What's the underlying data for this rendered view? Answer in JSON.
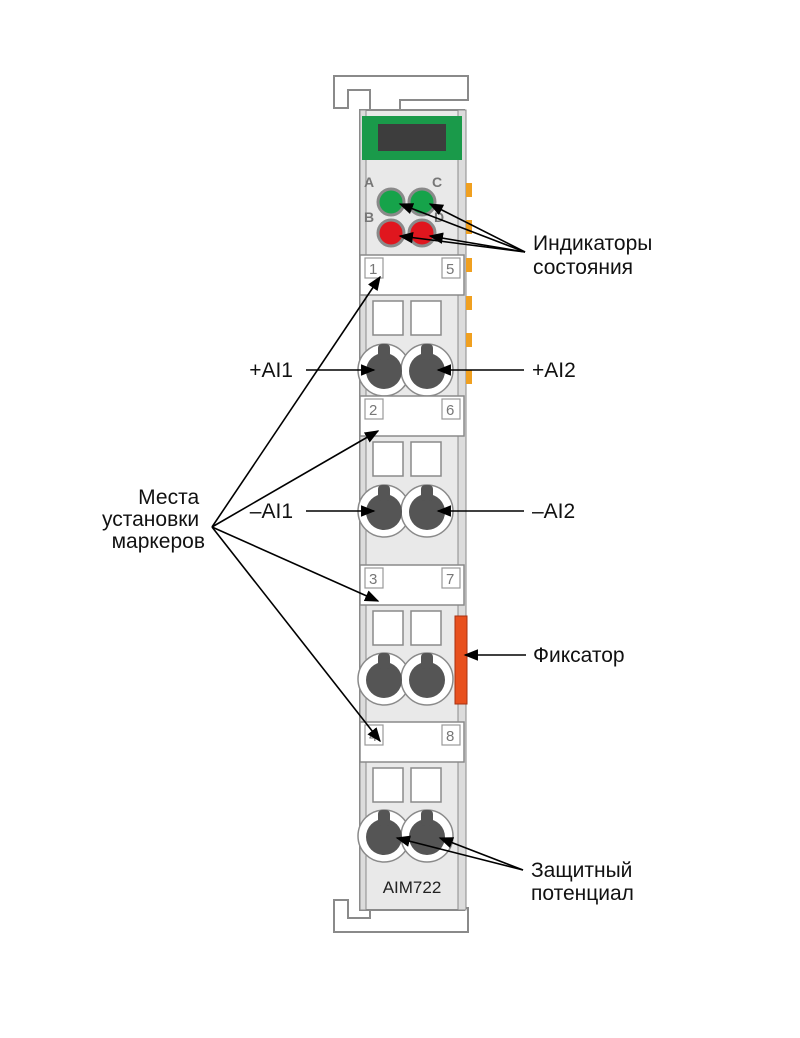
{
  "device": {
    "model": "AIM722",
    "led_letters": [
      "A",
      "C",
      "B",
      "D"
    ],
    "terminal_numbers": {
      "left": [
        "1",
        "2",
        "3",
        "4"
      ],
      "right": [
        "5",
        "6",
        "7",
        "8"
      ]
    }
  },
  "callouts": {
    "status_indicators": [
      "Индикаторы",
      "состояния"
    ],
    "ai1_plus": "+AI1",
    "ai2_plus": "+AI2",
    "ai1_minus": "–AI1",
    "ai2_minus": "–AI2",
    "marker_slots": [
      "Места",
      "установки",
      "маркеров"
    ],
    "latch": "Фиксатор",
    "protective_potential": [
      "Защитный",
      "потенциал"
    ]
  },
  "colors": {
    "housing": "#e9e9e9",
    "outline": "#8a8a8a",
    "display_frame": "#1a9a4a",
    "display_screen": "#3d3d3d",
    "led_green": "#16a34a",
    "led_red": "#e0161e",
    "contacts": "#f0a020",
    "latch": "#e8501e",
    "screw": "#555555"
  }
}
